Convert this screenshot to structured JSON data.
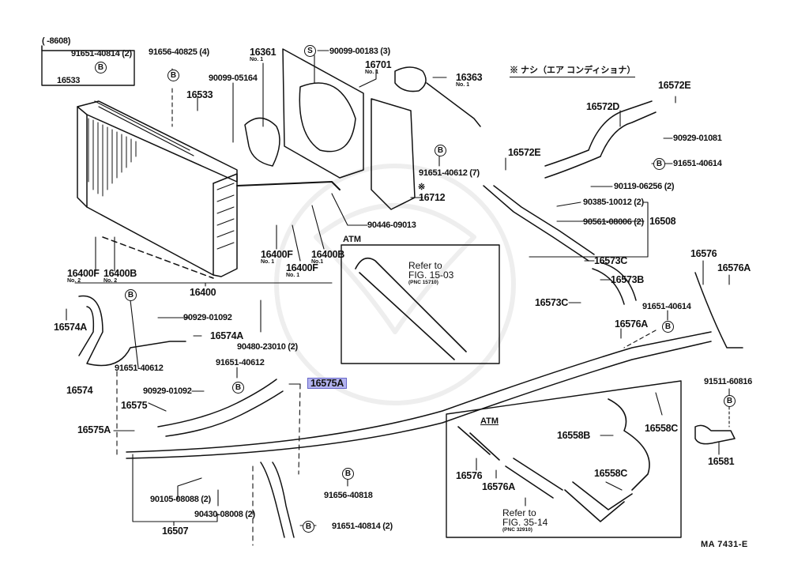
{
  "diagram": {
    "title_code": "MA 7431-E",
    "accent_highlight": "#b3b3ef",
    "note": "※ ナシ（エア コンディショナ）",
    "inset_top_left": {
      "range": "(      -8608)",
      "parts": [
        {
          "pn": "91651-40814 (2)",
          "mark": "B"
        },
        {
          "pn": "16533"
        }
      ]
    },
    "atm_upper": {
      "label": "ATM",
      "refer": "Refer to",
      "fig": "FIG. 15-03",
      "pnc": "(PNC 15710)"
    },
    "atm_lower": {
      "label": "ATM",
      "refer": "Refer to",
      "fig": "FIG. 35-14",
      "pnc": "(PNC 32910)"
    },
    "callouts": [
      {
        "id": "91656-40825",
        "text": "91656-40825 (4)"
      },
      {
        "id": "16533",
        "text": "16533"
      },
      {
        "id": "90099-05164",
        "text": "90099-05164"
      },
      {
        "id": "16361",
        "text": "16361",
        "sub": "No. 1"
      },
      {
        "id": "90099-00183",
        "text": "90099-00183 (3)",
        "mark": "S"
      },
      {
        "id": "16701",
        "text": "16701",
        "sub": "No. 1"
      },
      {
        "id": "16363",
        "text": "16363",
        "sub": "No. 1"
      },
      {
        "id": "16572E-a",
        "text": "16572E"
      },
      {
        "id": "16572D",
        "text": "16572D"
      },
      {
        "id": "90929-01081",
        "text": "90929-01081"
      },
      {
        "id": "91651-40614-a",
        "text": "91651-40614"
      },
      {
        "id": "16572E-b",
        "text": "16572E"
      },
      {
        "id": "91651-40612-7",
        "text": "91651-40612 (7)"
      },
      {
        "id": "16712",
        "text": "16712",
        "mark": "※"
      },
      {
        "id": "90119-06256",
        "text": "90119-06256 (2)"
      },
      {
        "id": "90385-10012",
        "text": "90385-10012 (2)"
      },
      {
        "id": "90561-08006",
        "text": "90561-08006 (2)"
      },
      {
        "id": "16508",
        "text": "16508"
      },
      {
        "id": "90446-09013",
        "text": "90446-09013"
      },
      {
        "id": "16400F-2",
        "text": "16400F",
        "sub": "No. 2"
      },
      {
        "id": "16400B-2",
        "text": "16400B",
        "sub": "No. 2"
      },
      {
        "id": "16400F-1a",
        "text": "16400F",
        "sub": "No. 1"
      },
      {
        "id": "16400F-1b",
        "text": "16400F",
        "sub": "No. 1"
      },
      {
        "id": "16400B-1",
        "text": "16400B",
        "sub": "No.1"
      },
      {
        "id": "16400",
        "text": "16400"
      },
      {
        "id": "16573C-a",
        "text": "16573C"
      },
      {
        "id": "16573B",
        "text": "16573B"
      },
      {
        "id": "16573C-b",
        "text": "16573C"
      },
      {
        "id": "16576-a",
        "text": "16576"
      },
      {
        "id": "16576A-a",
        "text": "16576A"
      },
      {
        "id": "91651-40614-b",
        "text": "91651-40614"
      },
      {
        "id": "16576A-b",
        "text": "16576A"
      },
      {
        "id": "16574A-a",
        "text": "16574A"
      },
      {
        "id": "90929-01092-a",
        "text": "90929-01092"
      },
      {
        "id": "16574A-b",
        "text": "16574A"
      },
      {
        "id": "90480-23010",
        "text": "90480-23010 (2)"
      },
      {
        "id": "91651-40612-a",
        "text": "91651-40612"
      },
      {
        "id": "91651-40612-b",
        "text": "91651-40612"
      },
      {
        "id": "16574",
        "text": "16574"
      },
      {
        "id": "90929-01092-b",
        "text": "90929-01092"
      },
      {
        "id": "16575A-hl",
        "text": "16575A"
      },
      {
        "id": "16575",
        "text": "16575"
      },
      {
        "id": "16575A",
        "text": "16575A"
      },
      {
        "id": "90105-08088",
        "text": "90105-08088 (2)"
      },
      {
        "id": "90430-08008",
        "text": "90430-08008 (2)"
      },
      {
        "id": "16507",
        "text": "16507"
      },
      {
        "id": "91656-40818",
        "text": "91656-40818"
      },
      {
        "id": "91651-40814",
        "text": "91651-40814 (2)"
      },
      {
        "id": "91511-60816",
        "text": "91511-60816"
      },
      {
        "id": "16581",
        "text": "16581"
      },
      {
        "id": "16558C-a",
        "text": "16558C"
      },
      {
        "id": "16558B",
        "text": "16558B"
      },
      {
        "id": "16558C-b",
        "text": "16558C"
      },
      {
        "id": "16576-b",
        "text": "16576"
      },
      {
        "id": "16576A-c",
        "text": "16576A"
      }
    ],
    "marks": {
      "B": "B",
      "S": "S"
    }
  }
}
